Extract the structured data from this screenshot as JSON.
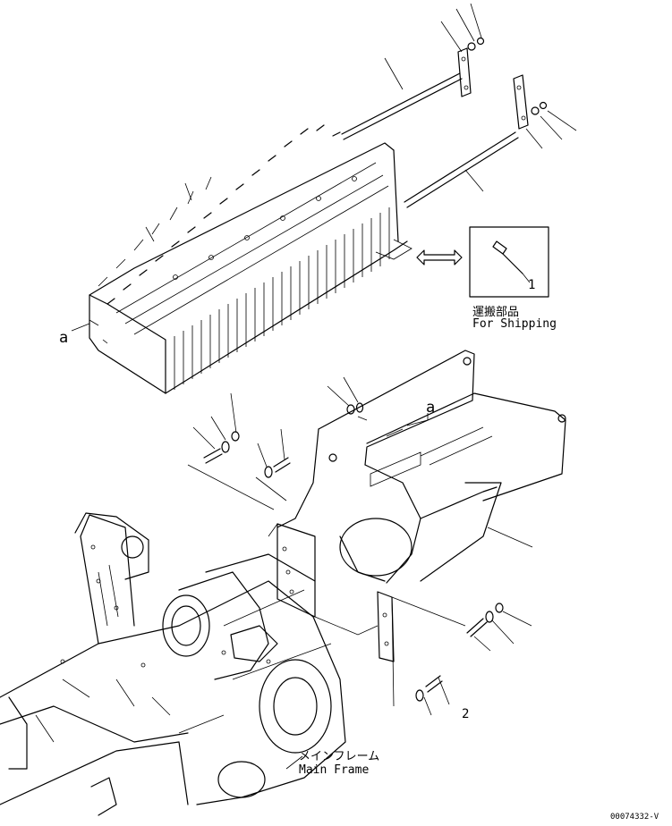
{
  "labels": {
    "ref_a_upper": "a",
    "ref_a_lower": "a",
    "item_1": "1",
    "item_2": "2",
    "shipping_jp": "運搬部品",
    "shipping_en": "For Shipping",
    "main_frame_jp": "メインフレーム",
    "main_frame_en": "Main Frame",
    "drawing_code": "00074332-V"
  }
}
